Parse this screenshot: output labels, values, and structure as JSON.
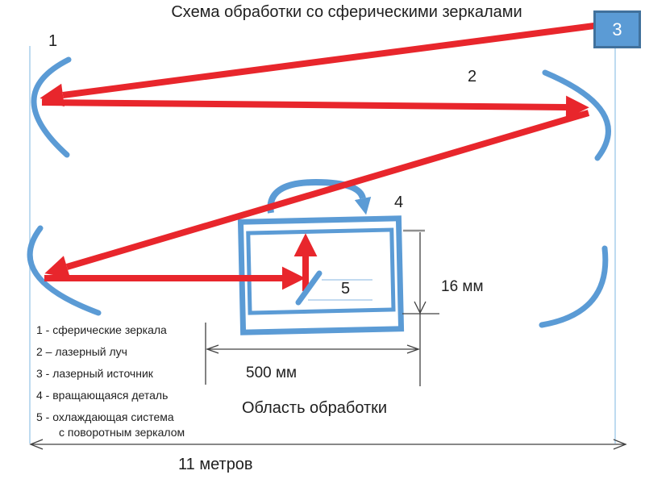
{
  "title": "Схема обработки со сферическими зеркалами",
  "callouts": {
    "spherical_mirror": "1",
    "laser_beam": "2",
    "laser_source": "3",
    "rotating_part": "4",
    "cooling_system": "5"
  },
  "legend": {
    "items": [
      "1 -  сферические зеркала",
      "2  –  лазерный луч",
      "3 -  лазерный источник",
      "4 -  вращающаяся деталь",
      "5 -  охлаждающая система",
      "с поворотным зеркалом"
    ]
  },
  "dimensions": {
    "part_height": "16 мм",
    "processing_width": "500 мм",
    "processing_area_label": "Область обработки",
    "total_length": "11 метров"
  },
  "colors": {
    "beam": "#e8262c",
    "mirror": "#5b9bd5",
    "light_blue": "#aed2ec",
    "thin_blue": "#9dc3e6",
    "source_fill": "#5b9bd5",
    "source_border": "#41719c",
    "dim": "#404040",
    "gray_tick": "#909090",
    "text": "#1f1f1f"
  }
}
